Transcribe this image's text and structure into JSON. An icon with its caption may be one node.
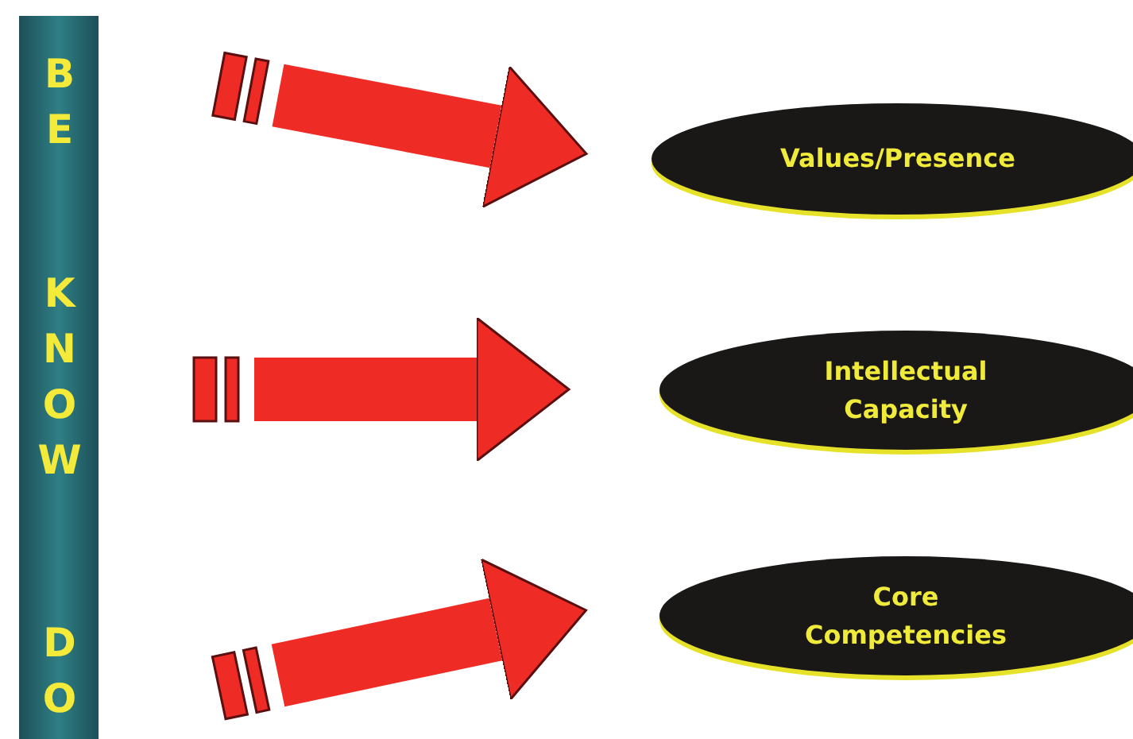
{
  "diagram": {
    "nodes": [
      {
        "text": [
          "BE",
          "KNOW",
          "DO"
        ]
      },
      {
        "text": [
          "Values/Presence"
        ]
      },
      {
        "text": [
          "Intellectual Capacity"
        ]
      },
      {
        "text": [
          "Core Competencies"
        ]
      }
    ],
    "edges": [
      {
        "from": null,
        "to": 1,
        "arrow": "to"
      },
      {
        "from": null,
        "to": 2,
        "arrow": "to"
      },
      {
        "from": null,
        "to": 3,
        "arrow": "to"
      }
    ]
  }
}
